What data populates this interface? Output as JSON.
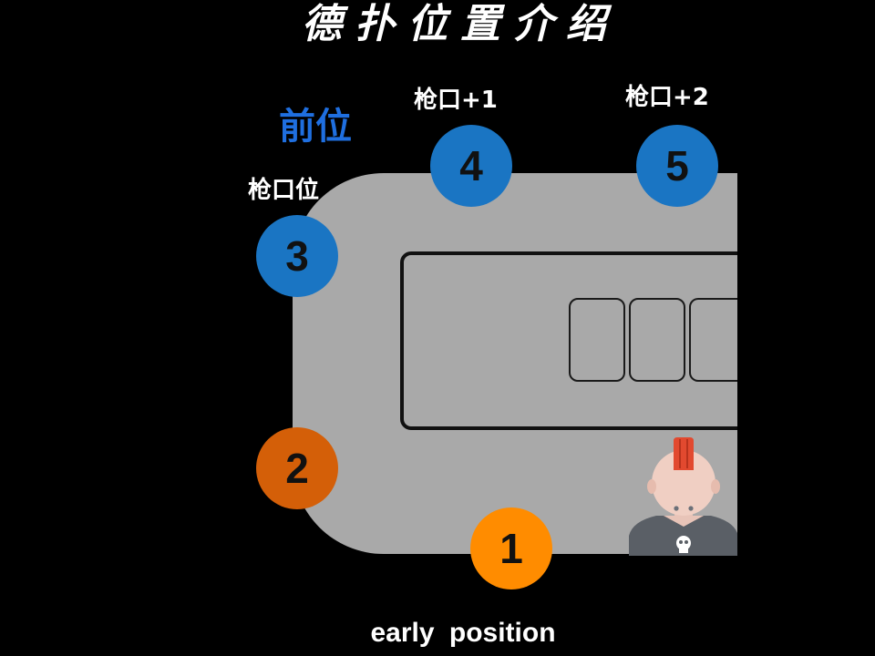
{
  "title": "德扑位置介绍",
  "group_label": "前位",
  "seats": [
    {
      "number": "1",
      "label": ""
    },
    {
      "number": "2",
      "label": ""
    },
    {
      "number": "3",
      "label": "枪口位"
    },
    {
      "number": "4",
      "label": "枪口+1"
    },
    {
      "number": "5",
      "label": "枪口+2"
    }
  ],
  "caption": "early  position",
  "colors": {
    "background": "#000000",
    "table": "#a9a9a9",
    "seat_blue": "#1a75c3",
    "seat_2": "#d45f08",
    "seat_1": "#ff8c00",
    "group_label": "#1f6fe0"
  },
  "icons": {
    "player": "punk-player-avatar-icon"
  }
}
